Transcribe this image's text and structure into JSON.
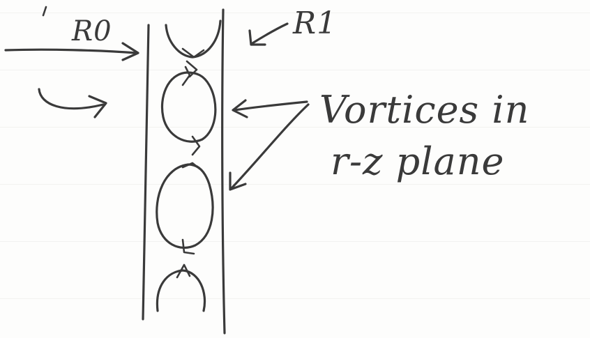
{
  "labels": {
    "r0": "R0",
    "r1": "R1",
    "vortices_line1": "Vortices in",
    "vortices_line2": "r-z plane"
  },
  "colors": {
    "ink": "#3a3a3a",
    "paper": "#fdfdfc"
  }
}
